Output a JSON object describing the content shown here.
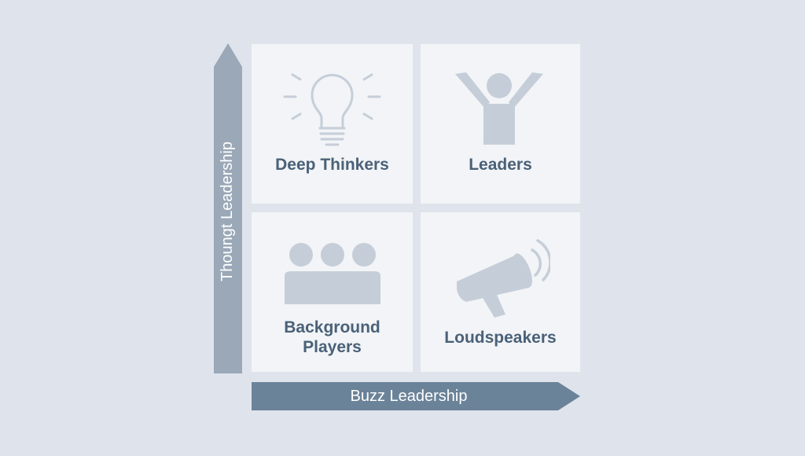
{
  "axes": {
    "y_label": "Thoungt Leadership",
    "x_label": "Buzz Leadership"
  },
  "quadrants": {
    "top_left": {
      "label": "Deep Thinkers",
      "icon": "lightbulb-icon"
    },
    "top_right": {
      "label": "Leaders",
      "icon": "person-arms-raised-icon"
    },
    "bottom_left": {
      "label": "Background\nPlayers",
      "icon": "group-of-people-icon"
    },
    "bottom_right": {
      "label": "Loudspeakers",
      "icon": "megaphone-icon"
    }
  },
  "colors": {
    "background": "#dfe4ec",
    "tile": "#f2f4f7",
    "icon": "#c5ced8",
    "label": "#4a6178",
    "y_arrow": "#9aa8b8",
    "x_arrow": "#6b8399"
  }
}
